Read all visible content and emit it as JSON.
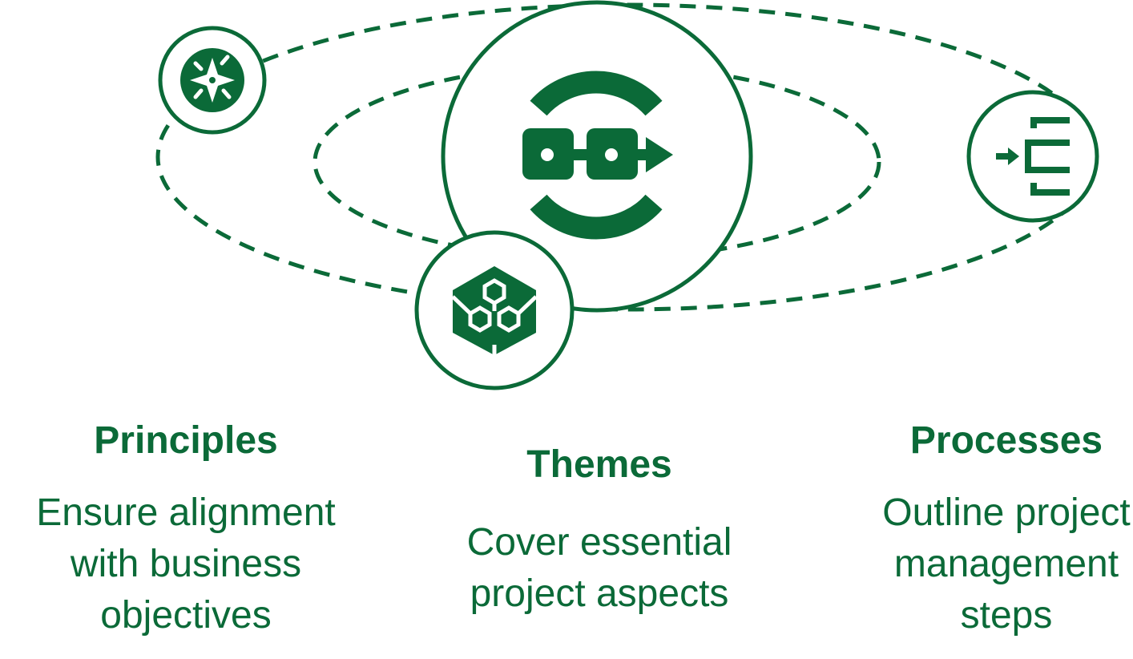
{
  "colors": {
    "green": "#0b6a38",
    "background": "#ffffff"
  },
  "icons": {
    "principles": "compass-icon",
    "themes": "cycle-flow-icon",
    "stage": "hexagon-cube-icon",
    "processes": "bracket-enter-icon"
  },
  "items": [
    {
      "title": "Principles",
      "lines": [
        "Ensure alignment",
        "with business",
        "objectives"
      ]
    },
    {
      "title": "Themes",
      "lines": [
        "Cover essential",
        "project aspects"
      ]
    },
    {
      "title": "Processes",
      "lines": [
        "Outline project",
        "management",
        "steps"
      ]
    }
  ]
}
